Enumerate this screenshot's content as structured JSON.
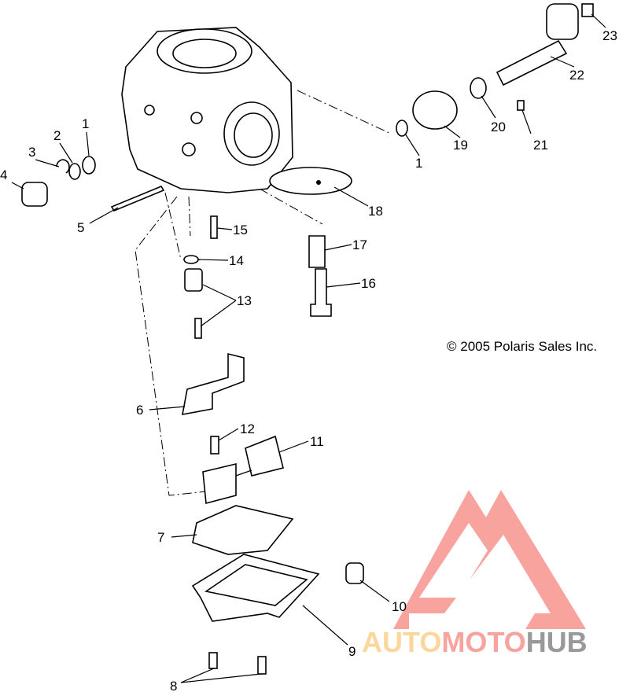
{
  "copyright": "© 2005 Polaris Sales Inc.",
  "watermark": {
    "part1": "AUTO",
    "part2": "MOTO",
    "part3": "HUB",
    "colors": {
      "auto": "#fcd79b",
      "moto": "#f9a39e",
      "hub": "#999999",
      "logo": "#f9a39e"
    }
  },
  "callouts": {
    "c1a": "1",
    "c2": "2",
    "c3": "3",
    "c4": "4",
    "c5": "5",
    "c15": "15",
    "c14": "14",
    "c13": "13",
    "c18": "18",
    "c17": "17",
    "c16": "16",
    "c1b": "1",
    "c19": "19",
    "c20": "20",
    "c21": "21",
    "c22": "22",
    "c23": "23",
    "c6": "6",
    "c12": "12",
    "c11": "11",
    "c7": "7",
    "c10": "10",
    "c9": "9",
    "c8": "8"
  }
}
